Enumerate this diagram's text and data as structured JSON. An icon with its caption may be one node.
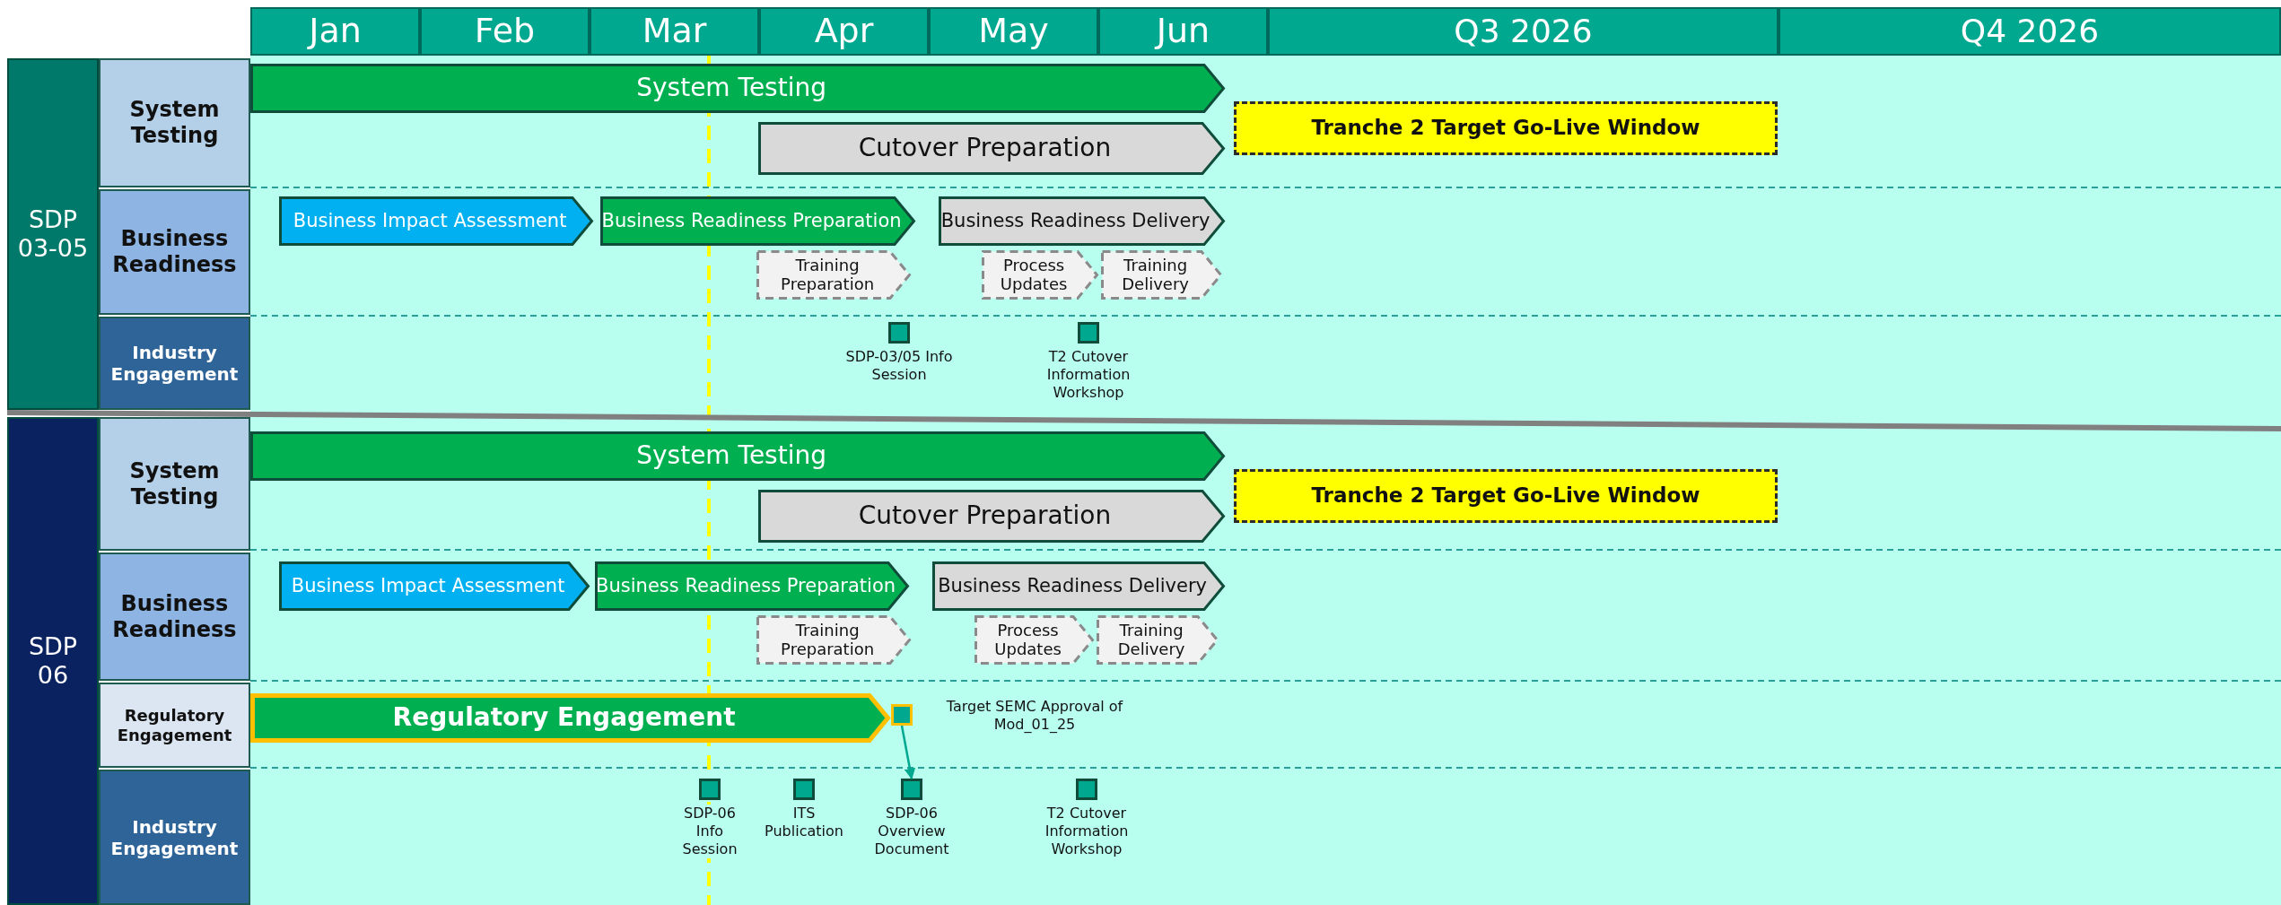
{
  "diagram": {
    "nodes": [
      {
        "text": [
          "Jan"
        ]
      },
      {
        "text": [
          "Feb"
        ]
      },
      {
        "text": [
          "Mar"
        ]
      },
      {
        "text": [
          "Apr"
        ]
      },
      {
        "text": [
          "May"
        ]
      },
      {
        "text": [
          "Jun"
        ]
      },
      {
        "text": [
          "Q3 2026"
        ]
      },
      {
        "text": [
          "Q4 2026"
        ]
      },
      {
        "text": [
          "SDP 03-05"
        ]
      },
      {
        "text": [
          "System Testing"
        ]
      },
      {
        "text": [
          "System Testing"
        ]
      },
      {
        "text": [
          "Cutover Preparation"
        ]
      },
      {
        "text": [
          "Tranche 2 Target Go-Live Window"
        ]
      },
      {
        "text": [
          "Business Readiness"
        ]
      },
      {
        "text": [
          "Business Impact Assessment"
        ]
      },
      {
        "text": [
          "Business Readiness Preparation"
        ]
      },
      {
        "text": [
          "Business Readiness Delivery"
        ]
      },
      {
        "text": [
          "Training Preparation"
        ]
      },
      {
        "text": [
          "Process Updates"
        ]
      },
      {
        "text": [
          "Training Delivery"
        ]
      },
      {
        "text": [
          "Industry Engagement"
        ]
      },
      {
        "text": [],
        "shape": "box",
        "beside": [
          "SDP-03/05 Info Session"
        ]
      },
      {
        "text": [],
        "shape": "box",
        "beside": [
          "T2 Cutover Information Workshop"
        ]
      },
      {
        "text": [
          "SDP 06"
        ]
      },
      {
        "text": [
          "System Testing"
        ]
      },
      {
        "text": [
          "System Testing"
        ]
      },
      {
        "text": [
          "Cutover Preparation"
        ]
      },
      {
        "text": [
          "Tranche 2 Target Go-Live Window"
        ]
      },
      {
        "text": [
          "Business Readiness"
        ]
      },
      {
        "text": [
          "Business Impact Assessment"
        ]
      },
      {
        "text": [
          "Business Readiness Preparation"
        ]
      },
      {
        "text": [
          "Business Readiness Delivery"
        ]
      },
      {
        "text": [
          "Training Preparation"
        ]
      },
      {
        "text": [
          "Process Updates"
        ]
      },
      {
        "text": [
          "Training Delivery"
        ]
      },
      {
        "text": [
          "Regulatory Engagement"
        ]
      },
      {
        "text": [
          "Regulatory Engagement"
        ]
      },
      {
        "text": [],
        "shape": "box",
        "beside": [
          "Target SEMC Approval of Mod_01_25"
        ]
      },
      {
        "text": [
          "Industry Engagement"
        ]
      },
      {
        "text": [],
        "shape": "box",
        "beside": [
          "SDP-06 Info Session"
        ]
      },
      {
        "text": [],
        "shape": "box",
        "beside": [
          "ITS Publication"
        ]
      },
      {
        "text": [],
        "shape": "box",
        "beside": [
          "SDP-06 Overview Document"
        ]
      },
      {
        "text": [],
        "shape": "box",
        "beside": [
          "T2 Cutover Information Workshop"
        ]
      }
    ],
    "edges": [
      {
        "from": 37,
        "to": 41,
        "arrow": "to"
      }
    ]
  }
}
